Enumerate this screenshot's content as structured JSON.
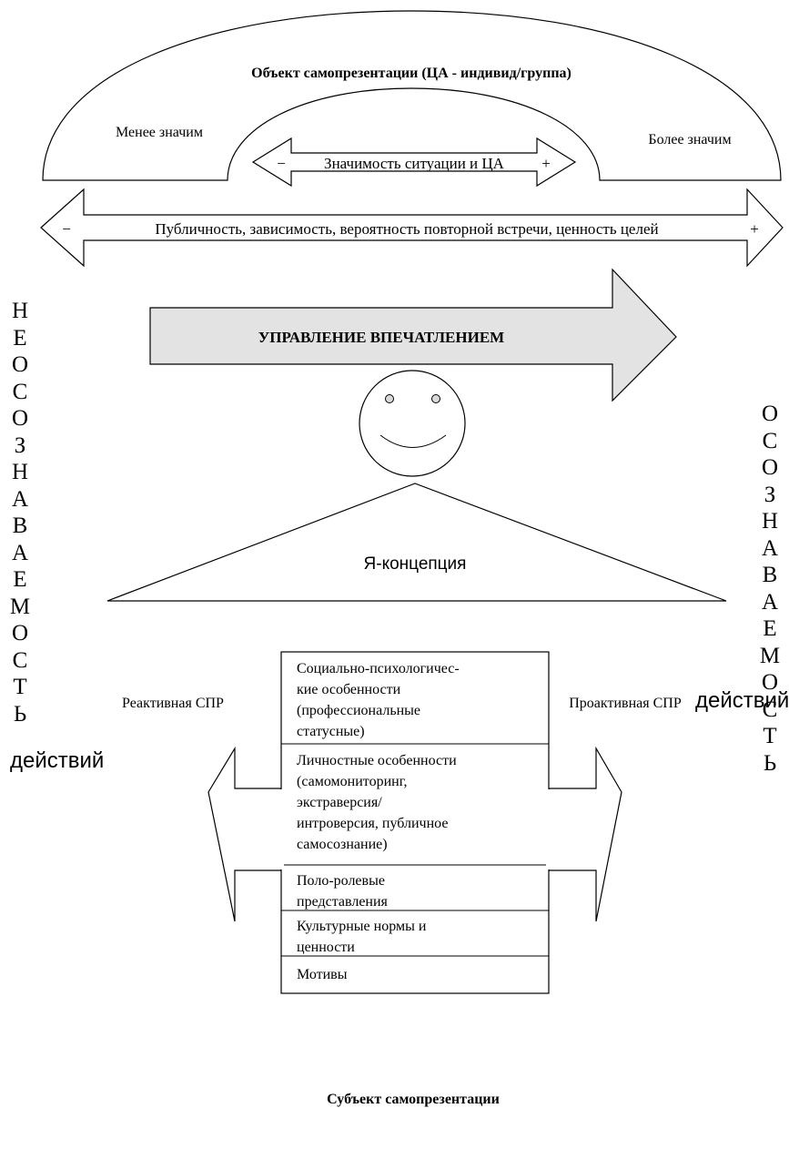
{
  "object": {
    "title": "Объект самопрезентации (ЦА - индивид/группа)",
    "less": "Менее значим",
    "more": "Более значим",
    "significance": "Значимость ситуации и ЦА",
    "minus": "−",
    "plus": "+"
  },
  "publicity": {
    "label": "Публичность, зависимость, вероятность повторной встречи, ценность целей",
    "minus": "−",
    "plus": "+"
  },
  "impression": "УПРАВЛЕНИЕ ВПЕЧАТЛЕНИЕМ",
  "self_concept": "Я-концепция",
  "reactive": "Реактивная СПР",
  "proactive": "Проактивная СПР",
  "left_vertical": [
    "Н",
    "Е",
    "О",
    "С",
    "О",
    "З",
    "Н",
    "А",
    "В",
    "А",
    "Е",
    "М",
    "О",
    "С",
    "Т",
    "Ь"
  ],
  "right_vertical": [
    "О",
    "С",
    "О",
    "З",
    "Н",
    "А",
    "В",
    "А",
    "Е",
    "М",
    "О",
    "С",
    "Т",
    "Ь"
  ],
  "actions": "действий",
  "box": {
    "social_1": "Социально-психологичес-",
    "social_2": "кие особенности",
    "social_3": "(профессиональные",
    "social_4": "статусные)",
    "personal_1": "Личностные особенности",
    "personal_2": "(самомониторинг,",
    "personal_3": "экстраверсия/",
    "personal_4": "интроверсия, публичное",
    "personal_5": "самосознание)",
    "gender_1": "Поло-ролевые",
    "gender_2": "представления",
    "culture_1": "Культурные нормы и",
    "culture_2": "ценности",
    "motives": "Мотивы"
  },
  "subject": "Субъект самопрезентации"
}
